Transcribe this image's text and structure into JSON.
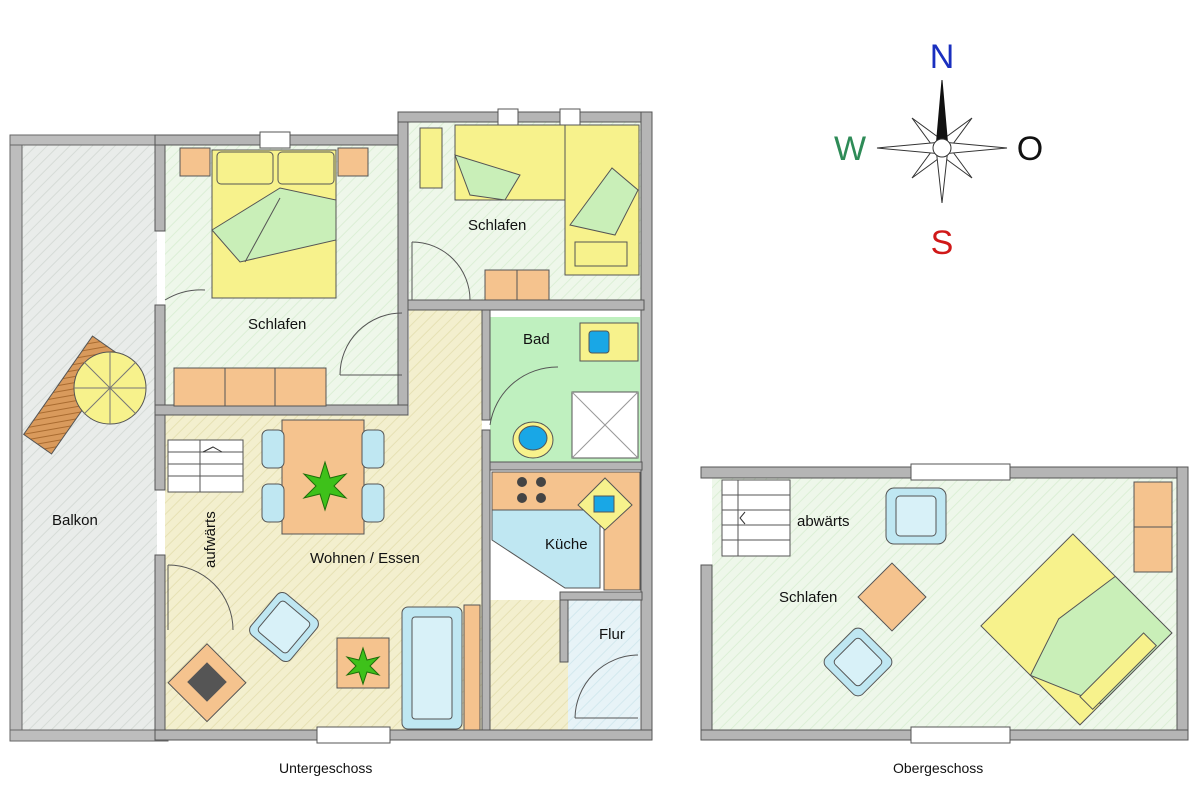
{
  "floors": {
    "lower_caption": "Untergeschoss",
    "upper_caption": "Obergeschoss"
  },
  "rooms": {
    "balkon": "Balkon",
    "schlafen_1": "Schlafen",
    "schlafen_2": "Schlafen",
    "schlafen_3": "Schlafen",
    "bad": "Bad",
    "kueche": "Küche",
    "flur": "Flur",
    "wohnen": "Wohnen / Essen"
  },
  "stairs": {
    "up": "aufwärts",
    "down": "abwärts"
  },
  "compass": {
    "north": "N",
    "south": "S",
    "west": "W",
    "east": "O",
    "colors": {
      "north": "#1a2fbf",
      "south": "#d01818",
      "west": "#2e8b57",
      "east": "#111111"
    }
  }
}
